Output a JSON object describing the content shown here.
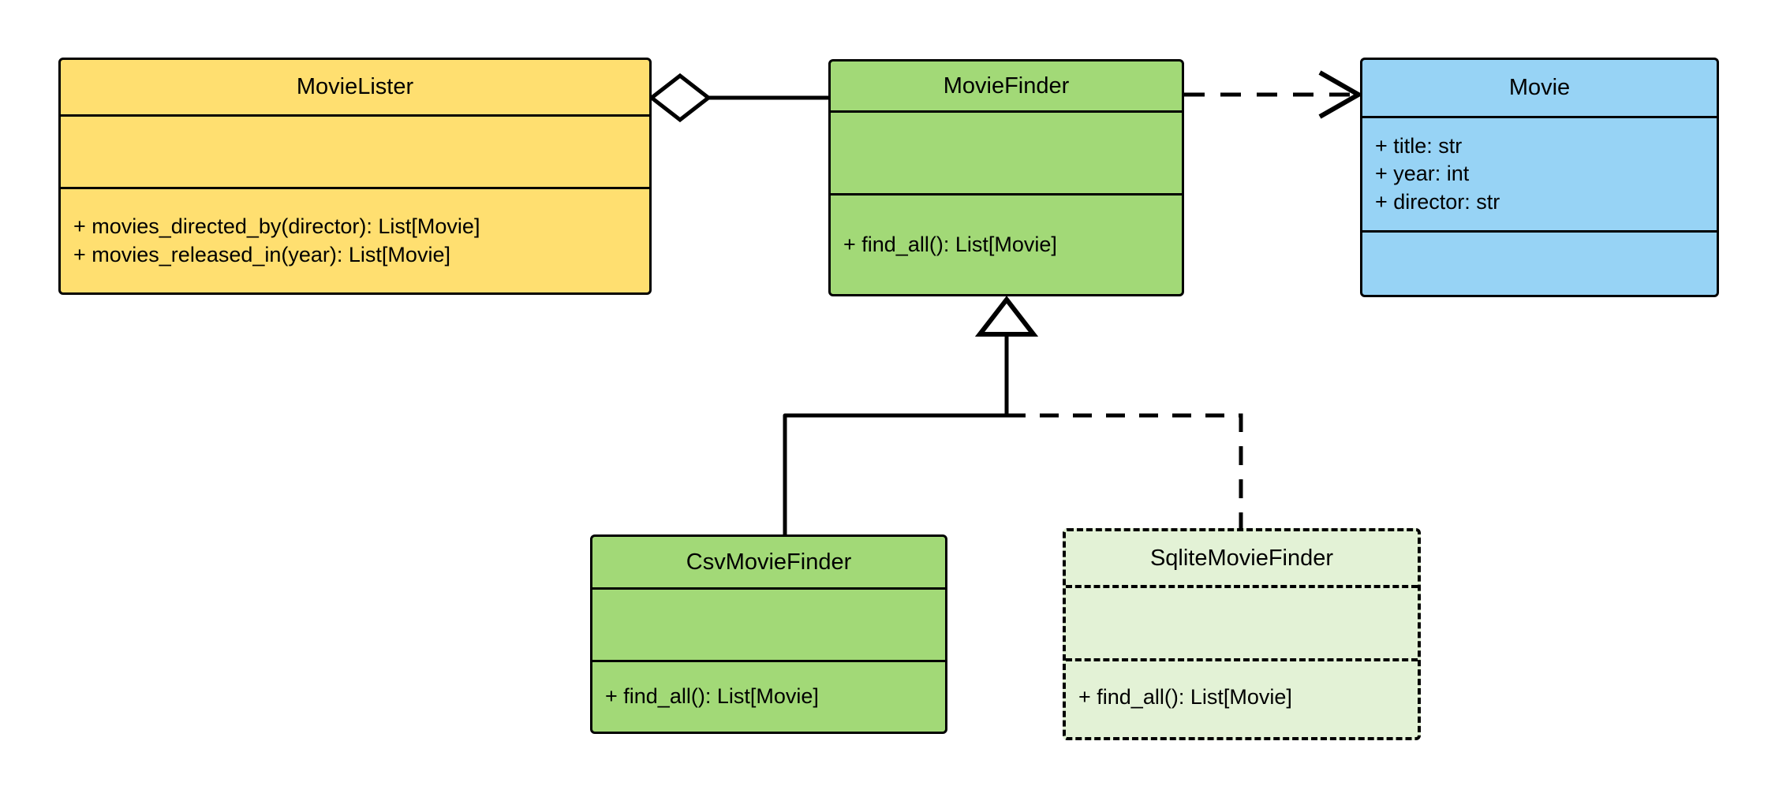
{
  "diagram": {
    "type": "uml-class-diagram",
    "background_color": "#ffffff",
    "line_color": "#000000"
  },
  "classes": [
    {
      "id": "movielister",
      "name": "MovieLister",
      "fill": "#ffdf70",
      "border_style": "solid",
      "attributes": [],
      "methods": [
        "+ movies_directed_by(director): List[Movie]",
        "+ movies_released_in(year): List[Movie]"
      ]
    },
    {
      "id": "moviefinder",
      "name": "MovieFinder",
      "fill": "#a2d977",
      "border_style": "solid",
      "attributes": [],
      "methods": [
        "+ find_all(): List[Movie]"
      ]
    },
    {
      "id": "movie",
      "name": "Movie",
      "fill": "#97d3f5",
      "border_style": "solid",
      "attributes": [
        "+ title: str",
        "+ year: int",
        "+ director: str"
      ],
      "methods": []
    },
    {
      "id": "csvmoviefinder",
      "name": "CsvMovieFinder",
      "fill": "#a2d977",
      "border_style": "solid",
      "attributes": [],
      "methods": [
        "+ find_all(): List[Movie]"
      ]
    },
    {
      "id": "sqlitemoviefinder",
      "name": "SqliteMovieFinder",
      "fill": "#e3f2d6",
      "border_style": "dashed",
      "attributes": [],
      "methods": [
        "+ find_all(): List[Movie]"
      ]
    }
  ],
  "relationships": [
    {
      "id": "aggregation-movielister-moviefinder",
      "kind": "aggregation",
      "from": "MovieLister",
      "to": "MovieFinder",
      "line_style": "solid",
      "end_marker": "hollow-diamond"
    },
    {
      "id": "dependency-moviefinder-movie",
      "kind": "dependency",
      "from": "MovieFinder",
      "to": "Movie",
      "line_style": "dashed",
      "end_marker": "open-arrow"
    },
    {
      "id": "inheritance-csvmoviefinder-moviefinder",
      "kind": "generalization",
      "from": "CsvMovieFinder",
      "to": "MovieFinder",
      "line_style": "solid",
      "end_marker": "hollow-triangle"
    },
    {
      "id": "inheritance-sqlitemoviefinder-moviefinder",
      "kind": "generalization",
      "from": "SqliteMovieFinder",
      "to": "MovieFinder",
      "line_style": "dashed",
      "end_marker": "hollow-triangle"
    }
  ]
}
